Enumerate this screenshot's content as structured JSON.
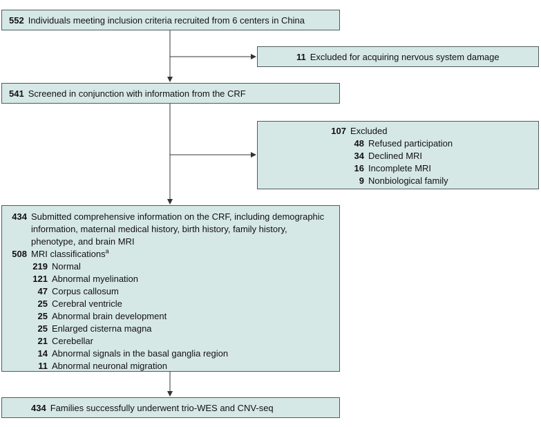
{
  "box1": {
    "n": "552",
    "text": "Individuals meeting inclusion criteria recruited from 6 centers in China"
  },
  "excl1": {
    "n": "11",
    "text": "Excluded for acquiring nervous system damage"
  },
  "box2": {
    "n": "541",
    "text": "Screened in conjunction with information from the CRF"
  },
  "excl2": {
    "n": "107",
    "text": "Excluded",
    "items": [
      {
        "n": "48",
        "text": "Refused participation"
      },
      {
        "n": "34",
        "text": "Declined MRI"
      },
      {
        "n": "16",
        "text": "Incomplete MRI"
      },
      {
        "n": "9",
        "text": "Nonbiological family"
      }
    ]
  },
  "box3": {
    "n": "434",
    "lines": [
      "Submitted comprehensive information on the CRF, including demographic",
      "information, maternal medical history, birth history, family history,",
      "phenotype, and brain MRI"
    ],
    "mri_n": "508",
    "mri_text": "MRI classifications",
    "mri_sup": "a",
    "items": [
      {
        "n": "219",
        "text": "Normal"
      },
      {
        "n": "121",
        "text": "Abnormal myelination"
      },
      {
        "n": "47",
        "text": "Corpus callosum"
      },
      {
        "n": "25",
        "text": "Cerebral ventricle"
      },
      {
        "n": "25",
        "text": "Abnormal brain development"
      },
      {
        "n": "25",
        "text": "Enlarged cisterna magna"
      },
      {
        "n": "21",
        "text": "Cerebellar"
      },
      {
        "n": "14",
        "text": "Abnormal signals in the basal ganglia region"
      },
      {
        "n": "11",
        "text": "Abnormal neuronal migration"
      }
    ]
  },
  "box4": {
    "n": "434",
    "text": "Families successfully underwent trio-WES and CNV-seq"
  }
}
